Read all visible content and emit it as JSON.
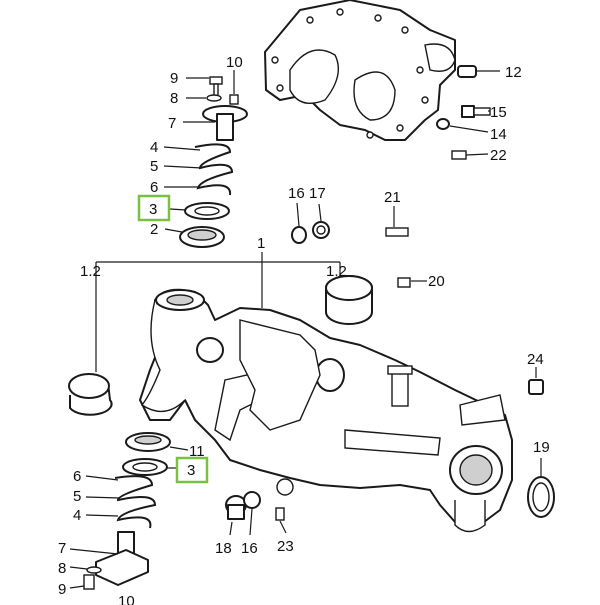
{
  "colors": {
    "line": "#1a1a1a",
    "highlight": "#7ac142",
    "shade": "#cfcfcf"
  },
  "labels": {
    "l10": "10",
    "l9a": "9",
    "l8a": "8",
    "l7a": "7",
    "l4a": "4",
    "l5a": "5",
    "l6a": "6",
    "l3a": "3",
    "l2": "2",
    "l12": "12",
    "l15": "15",
    "l14": "14",
    "l22": "22",
    "l16a": "16",
    "l17": "17",
    "l21": "21",
    "l1": "1",
    "l1_2a": "1.2",
    "l1_2b": "1.2",
    "l20": "20",
    "l24": "24",
    "l11": "11",
    "l3b": "3",
    "l6b": "6",
    "l5b": "5",
    "l4b": "4",
    "l19": "19",
    "l7b": "7",
    "l8b": "8",
    "l9b": "9",
    "l10b": "10",
    "l18": "18",
    "l16b": "16",
    "l23": "23"
  }
}
